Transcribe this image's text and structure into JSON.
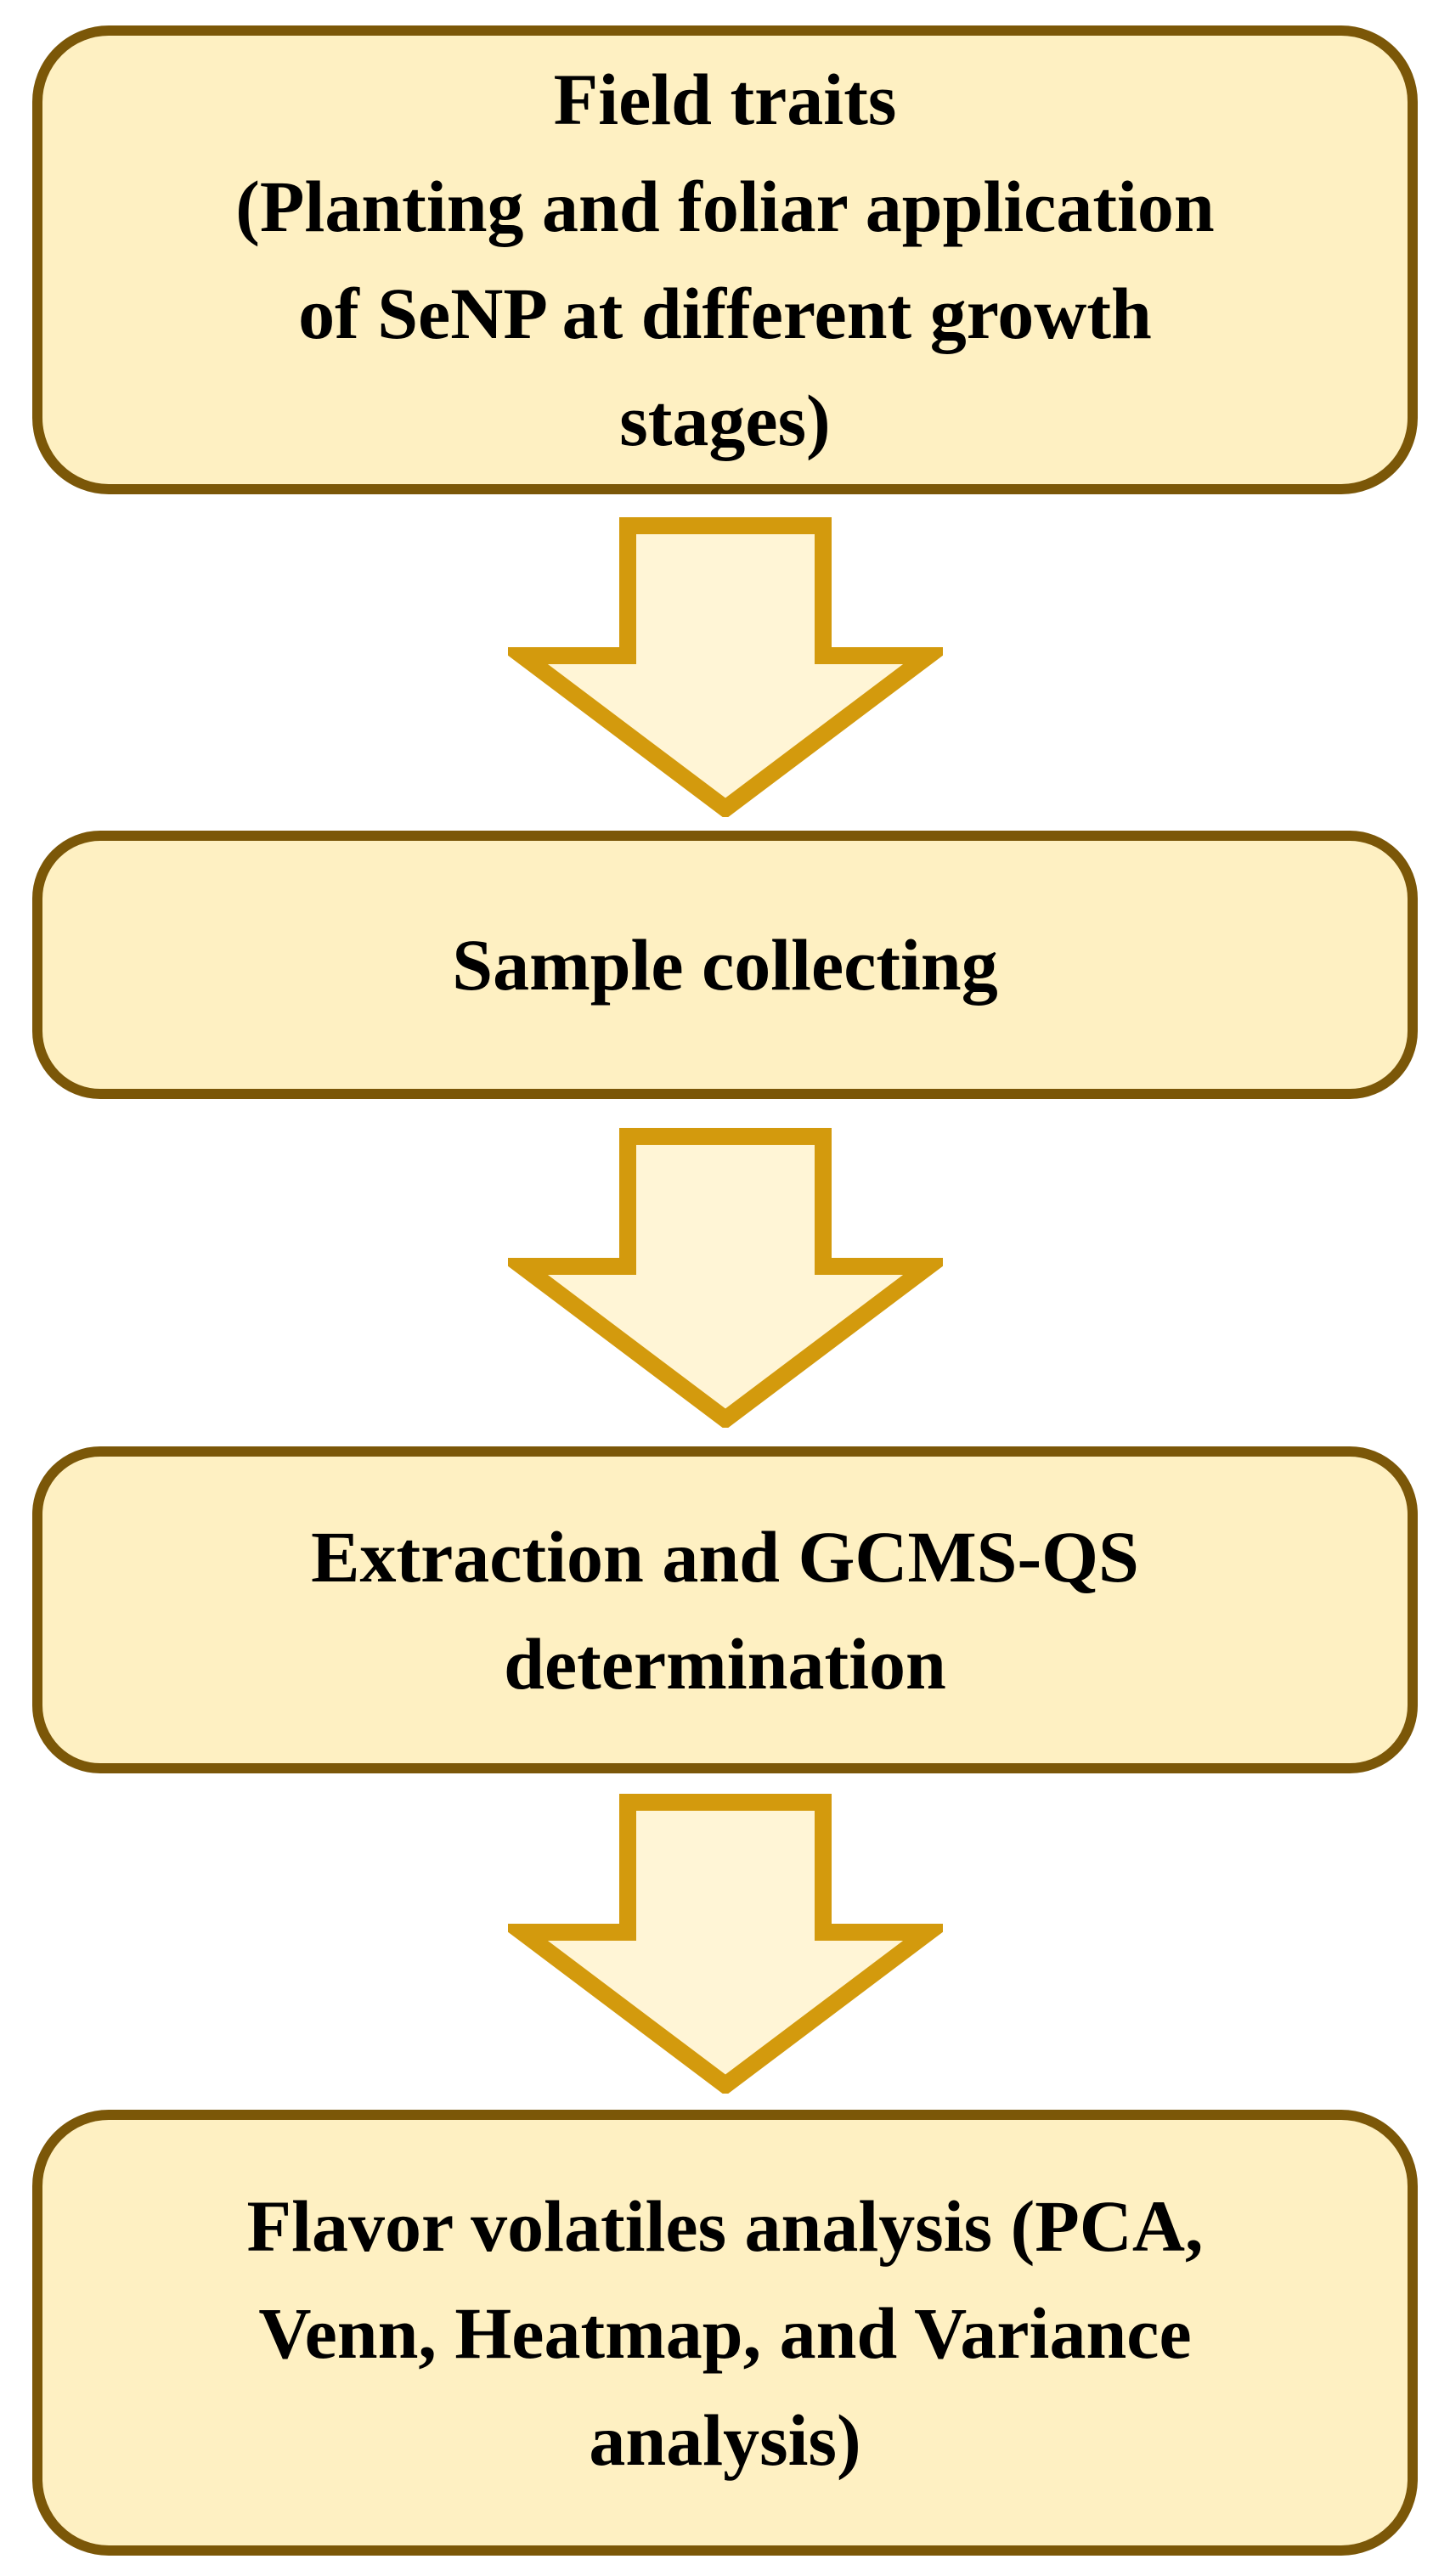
{
  "diagram": {
    "colors": {
      "box_fill": "#fef0c2",
      "box_border": "#7b5708",
      "arrow_fill": "#fff5d6",
      "arrow_stroke": "#d39a0d",
      "text": "#000000"
    },
    "steps": [
      {
        "lines": [
          "Field traits",
          "(Planting and foliar application",
          "of SeNP at different growth",
          "stages)"
        ]
      },
      {
        "lines": [
          "Sample collecting"
        ]
      },
      {
        "lines": [
          "Extraction and GCMS-QS",
          "determination"
        ]
      },
      {
        "lines": [
          "Flavor volatiles analysis (PCA,",
          "Venn, Heatmap, and Variance",
          "analysis)"
        ]
      }
    ],
    "arrows": [
      {
        "from": 0,
        "to": 1,
        "direction": "down"
      },
      {
        "from": 1,
        "to": 2,
        "direction": "down"
      },
      {
        "from": 2,
        "to": 3,
        "direction": "down"
      }
    ]
  }
}
